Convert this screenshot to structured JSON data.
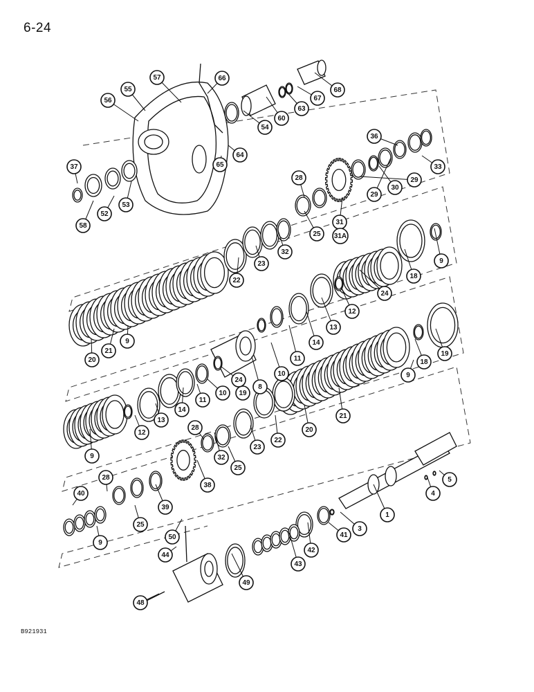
{
  "page": {
    "page_number": "6-24",
    "figure_code": "B921931"
  },
  "callouts": [
    "66",
    "57",
    "55",
    "56",
    "68",
    "67",
    "63",
    "60",
    "54",
    "64",
    "65",
    "37",
    "58",
    "52",
    "53",
    "36",
    "33",
    "28",
    "29",
    "30",
    "29",
    "31",
    "31A",
    "25",
    "32",
    "23",
    "22",
    "9",
    "18",
    "24",
    "12",
    "13",
    "14",
    "11",
    "10",
    "8",
    "19",
    "20",
    "21",
    "9",
    "18",
    "19",
    "9",
    "12",
    "13",
    "14",
    "11",
    "10",
    "24",
    "9",
    "28",
    "25",
    "32",
    "23",
    "22",
    "20",
    "21",
    "38",
    "40",
    "28",
    "25",
    "39",
    "1",
    "4",
    "5",
    "3",
    "41",
    "42",
    "43",
    "9",
    "50",
    "44",
    "49",
    "48"
  ]
}
